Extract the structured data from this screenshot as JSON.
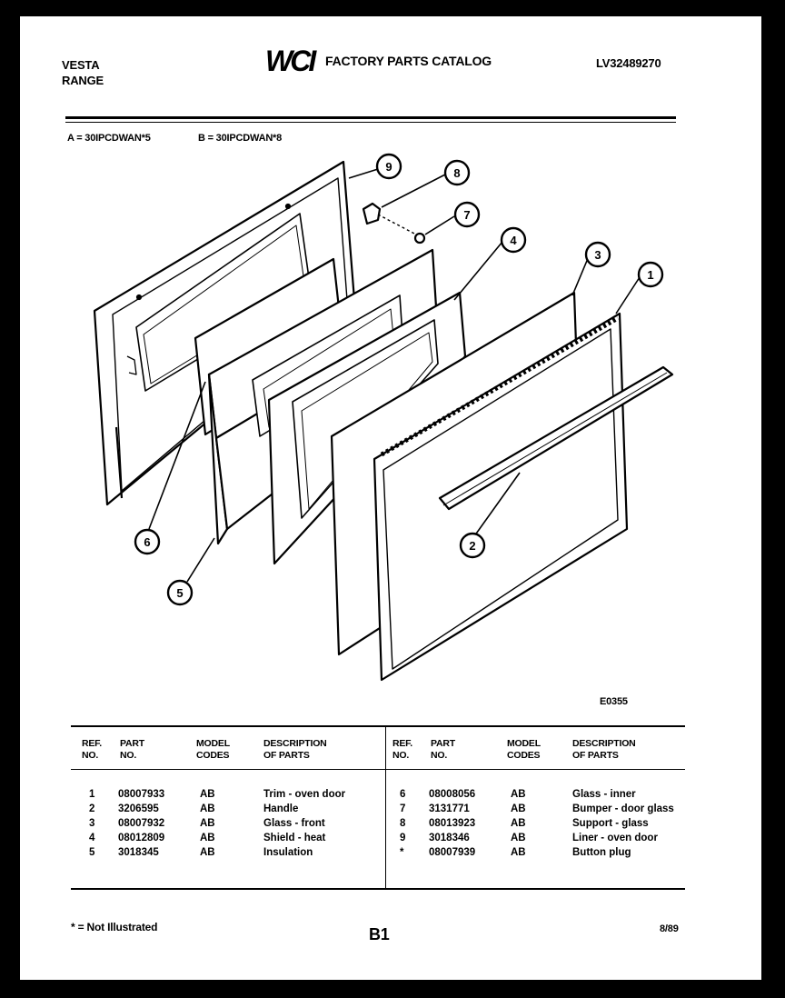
{
  "header": {
    "brand_line1": "VESTA",
    "brand_line2": "RANGE",
    "logo_text": "WCI",
    "catalog_title": "FACTORY PARTS CATALOG",
    "catalog_number": "LV32489270"
  },
  "models": {
    "a": "A = 30IPCDWAN*5",
    "b": "B = 30IPCDWAN*8"
  },
  "diagram": {
    "code": "E0355",
    "callouts": [
      "1",
      "2",
      "3",
      "4",
      "5",
      "6",
      "7",
      "8",
      "9"
    ]
  },
  "table": {
    "headers": {
      "ref": [
        "REF.",
        "NO."
      ],
      "part": [
        "PART",
        "NO."
      ],
      "model": [
        "MODEL",
        "CODES"
      ],
      "desc": [
        "DESCRIPTION",
        "OF PARTS"
      ]
    },
    "left_rows": [
      {
        "ref": "1",
        "part": "08007933",
        "codes": "AB",
        "desc": "Trim - oven door"
      },
      {
        "ref": "2",
        "part": "3206595",
        "codes": "AB",
        "desc": "Handle"
      },
      {
        "ref": "3",
        "part": "08007932",
        "codes": "AB",
        "desc": "Glass - front"
      },
      {
        "ref": "4",
        "part": "08012809",
        "codes": "AB",
        "desc": "Shield - heat"
      },
      {
        "ref": "5",
        "part": "3018345",
        "codes": "AB",
        "desc": "Insulation"
      }
    ],
    "right_rows": [
      {
        "ref": "6",
        "part": "08008056",
        "codes": "AB",
        "desc": "Glass - inner"
      },
      {
        "ref": "7",
        "part": "3131771",
        "codes": "AB",
        "desc": "Bumper - door glass"
      },
      {
        "ref": "8",
        "part": "08013923",
        "codes": "AB",
        "desc": "Support - glass"
      },
      {
        "ref": "9",
        "part": "3018346",
        "codes": "AB",
        "desc": "Liner - oven door"
      },
      {
        "ref": "*",
        "part": "08007939",
        "codes": "AB",
        "desc": "Button plug"
      }
    ]
  },
  "footer": {
    "note": "* = Not Illustrated",
    "page": "B1",
    "date": "8/89"
  }
}
